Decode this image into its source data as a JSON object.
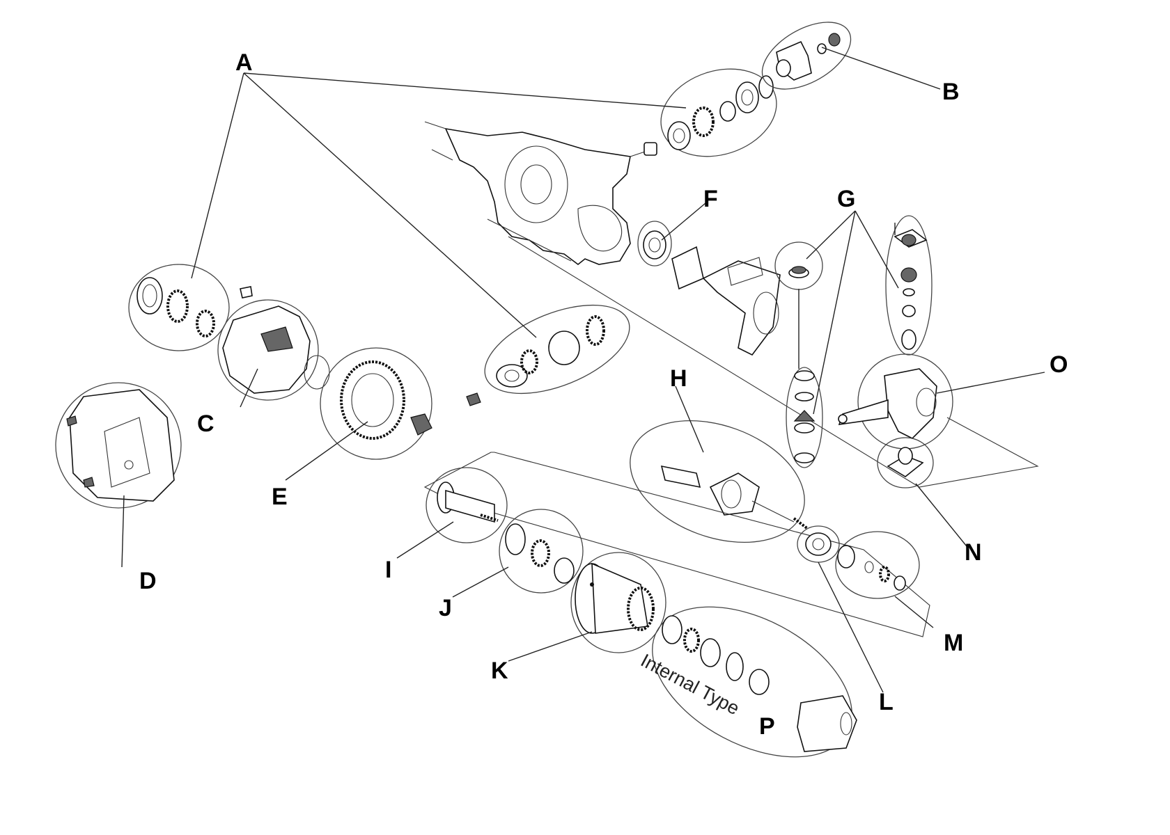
{
  "figure": {
    "callouts": [
      "A",
      "B",
      "C",
      "D",
      "E",
      "F",
      "G",
      "H",
      "I",
      "J",
      "K",
      "L",
      "M",
      "N",
      "O",
      "P"
    ],
    "annotation": "Internal Type"
  },
  "colors": {
    "ink": "#111111",
    "background": "#ffffff"
  }
}
